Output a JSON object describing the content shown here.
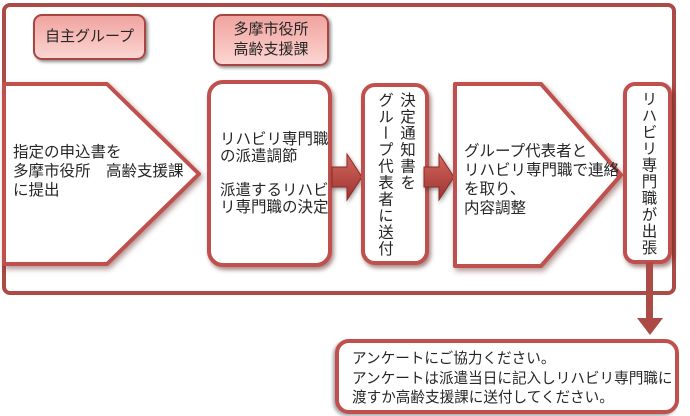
{
  "labels": {
    "group": "自主グループ",
    "office_line1": "多摩市役所",
    "office_line2": "高齢支援課"
  },
  "steps": {
    "step1": {
      "line1": "指定の申込書を",
      "line2": "多摩市役所　高齢支援課",
      "line3": "に提出"
    },
    "step2": {
      "line1": "リハビリ専門職",
      "line2": "の派遣調節",
      "line3": "派遣するリハビ",
      "line4": "リ専門職の決定"
    },
    "step3": {
      "text": "決定通知書を\nグループ代表者に送付"
    },
    "step4": {
      "line1": "グループ代表者と",
      "line2": "リハビリ専門職で連絡",
      "line3": "を取り、",
      "line4": "内容調整"
    },
    "step5": {
      "text": "リハビリ専門職が出張"
    }
  },
  "note": {
    "line1": "アンケートにご協力ください。",
    "line2": "アンケートは派遣当日に記入しリハビリ専門職に",
    "line3": "渡すか高齢支援課に送付してください。"
  },
  "colors": {
    "shape_border": "#C0504D",
    "frame_border": "#AC4B46",
    "arrow_fill_light": "#D4675F",
    "arrow_fill_dark": "#9C332F",
    "label_fill_top": "#F0A4A0",
    "label_fill_bottom": "#FBD6D3",
    "label_border": "#A94540",
    "text": "#262626",
    "shape_fill": "#FFFFFF"
  }
}
